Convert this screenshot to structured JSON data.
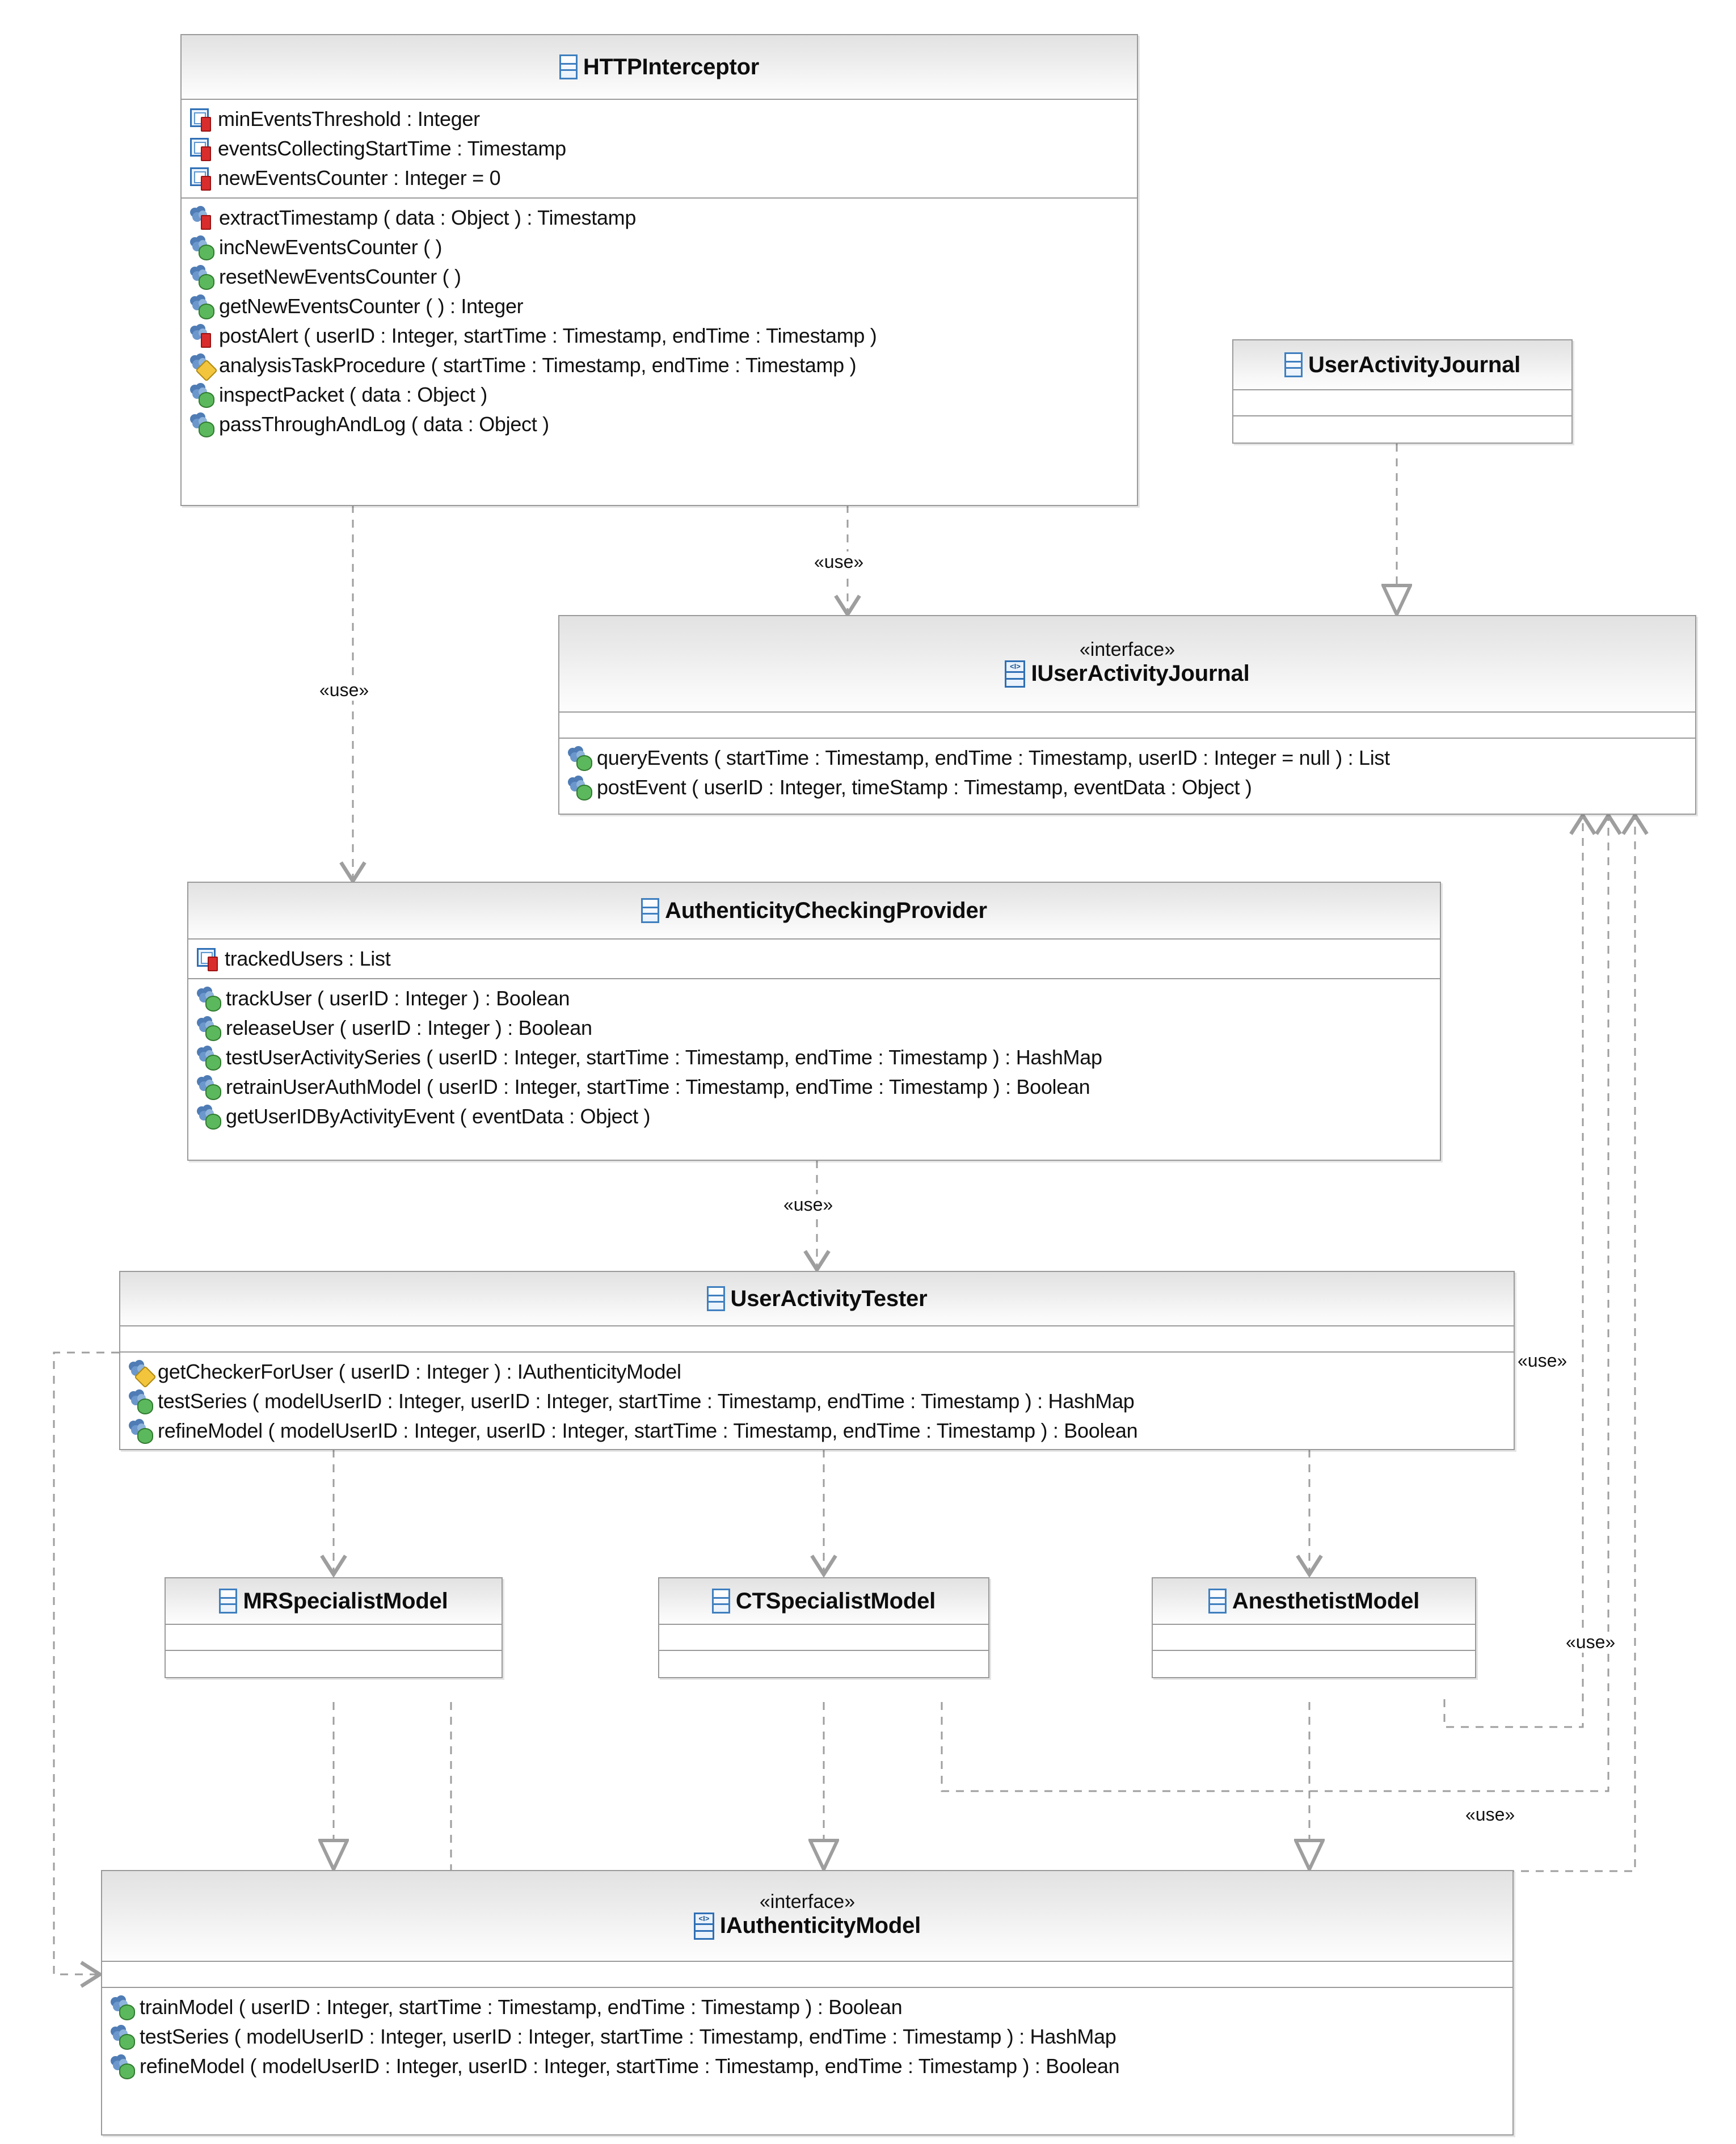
{
  "diagram": {
    "kind": "uml-class-diagram",
    "stereotype_label": "«interface»",
    "dependency_label": "«use»",
    "colors": {
      "box_border": "#9a9a9a",
      "header_fill": "#ebebeb",
      "icon_blue": "#2f6fb5",
      "visibility_private": "#d92d2d",
      "visibility_public": "#5cb85c",
      "visibility_protected": "#f2c53d",
      "wire": "#9e9e9e",
      "text": "#111111"
    }
  },
  "classes": {
    "http_interceptor": {
      "name": "HTTPInterceptor",
      "icon": "class-icon",
      "attributes": [
        {
          "text": "minEventsThreshold : Integer",
          "visibility": "private"
        },
        {
          "text": "eventsCollectingStartTime : Timestamp",
          "visibility": "private"
        },
        {
          "text": "newEventsCounter : Integer = 0",
          "visibility": "private"
        }
      ],
      "operations": [
        {
          "text": "extractTimestamp ( data : Object ) : Timestamp",
          "visibility": "private"
        },
        {
          "text": "incNewEventsCounter ( )",
          "visibility": "public"
        },
        {
          "text": "resetNewEventsCounter ( )",
          "visibility": "public"
        },
        {
          "text": "getNewEventsCounter ( ) : Integer",
          "visibility": "public"
        },
        {
          "text": "postAlert ( userID : Integer, startTime : Timestamp, endTime : Timestamp )",
          "visibility": "private"
        },
        {
          "text": "analysisTaskProcedure ( startTime : Timestamp, endTime : Timestamp )",
          "visibility": "protected"
        },
        {
          "text": "inspectPacket ( data : Object )",
          "visibility": "public"
        },
        {
          "text": "passThroughAndLog ( data : Object )",
          "visibility": "public"
        }
      ]
    },
    "user_activity_journal": {
      "name": "UserActivityJournal",
      "icon": "class-icon",
      "attributes": [],
      "operations": []
    },
    "i_user_activity_journal": {
      "name": "IUserActivityJournal",
      "stereotype": "«interface»",
      "icon": "interface-icon",
      "attributes": [],
      "operations": [
        {
          "text": "queryEvents ( startTime : Timestamp, endTime : Timestamp, userID : Integer = null ) : List",
          "visibility": "public"
        },
        {
          "text": "postEvent ( userID : Integer, timeStamp : Timestamp, eventData : Object )",
          "visibility": "public"
        }
      ]
    },
    "authenticity_checking_provider": {
      "name": "AuthenticityCheckingProvider",
      "icon": "class-icon",
      "attributes": [
        {
          "text": "trackedUsers : List",
          "visibility": "private"
        }
      ],
      "operations": [
        {
          "text": "trackUser ( userID : Integer ) : Boolean",
          "visibility": "public"
        },
        {
          "text": "releaseUser ( userID : Integer ) : Boolean",
          "visibility": "public"
        },
        {
          "text": "testUserActivitySeries ( userID : Integer, startTime : Timestamp, endTime : Timestamp ) : HashMap",
          "visibility": "public"
        },
        {
          "text": "retrainUserAuthModel ( userID : Integer, startTime : Timestamp, endTime : Timestamp ) : Boolean",
          "visibility": "public"
        },
        {
          "text": "getUserIDByActivityEvent ( eventData : Object )",
          "visibility": "public"
        }
      ]
    },
    "user_activity_tester": {
      "name": "UserActivityTester",
      "icon": "class-icon",
      "attributes": [],
      "operations": [
        {
          "text": "getCheckerForUser ( userID : Integer ) : IAuthenticityModel",
          "visibility": "protected"
        },
        {
          "text": "testSeries ( modelUserID : Integer, userID : Integer, startTime : Timestamp, endTime : Timestamp ) : HashMap",
          "visibility": "public"
        },
        {
          "text": "refineModel ( modelUserID : Integer, userID : Integer, startTime : Timestamp, endTime : Timestamp ) : Boolean",
          "visibility": "public"
        }
      ]
    },
    "mr_specialist_model": {
      "name": "MRSpecialistModel",
      "icon": "class-icon",
      "attributes": [],
      "operations": []
    },
    "ct_specialist_model": {
      "name": "CTSpecialistModel",
      "icon": "class-icon",
      "attributes": [],
      "operations": []
    },
    "anesthetist_model": {
      "name": "AnesthetistModel",
      "icon": "class-icon",
      "attributes": [],
      "operations": []
    },
    "i_authenticity_model": {
      "name": "IAuthenticityModel",
      "stereotype": "«interface»",
      "icon": "interface-icon",
      "attributes": [],
      "operations": [
        {
          "text": "trainModel ( userID : Integer, startTime : Timestamp, endTime : Timestamp ) : Boolean",
          "visibility": "public"
        },
        {
          "text": "testSeries ( modelUserID : Integer, userID : Integer, startTime : Timestamp, endTime : Timestamp ) : HashMap",
          "visibility": "public"
        },
        {
          "text": "refineModel ( modelUserID : Integer, userID : Integer, startTime : Timestamp, endTime : Timestamp ) : Boolean",
          "visibility": "public"
        }
      ]
    }
  },
  "relationships": [
    {
      "id": "r1",
      "from": "HTTPInterceptor",
      "to": "IUserActivityJournal",
      "type": "dependency",
      "label": "«use»"
    },
    {
      "id": "r2",
      "from": "HTTPInterceptor",
      "to": "AuthenticityCheckingProvider",
      "type": "dependency",
      "label": "«use»"
    },
    {
      "id": "r3",
      "from": "UserActivityJournal",
      "to": "IUserActivityJournal",
      "type": "realization",
      "label": ""
    },
    {
      "id": "r4",
      "from": "AuthenticityCheckingProvider",
      "to": "UserActivityTester",
      "type": "dependency",
      "label": "«use»"
    },
    {
      "id": "r5",
      "from": "UserActivityTester",
      "to": "MRSpecialistModel",
      "type": "dependency",
      "label": ""
    },
    {
      "id": "r6",
      "from": "UserActivityTester",
      "to": "CTSpecialistModel",
      "type": "dependency",
      "label": ""
    },
    {
      "id": "r7",
      "from": "UserActivityTester",
      "to": "AnesthetistModel",
      "type": "dependency",
      "label": ""
    },
    {
      "id": "r8",
      "from": "UserActivityTester",
      "to": "IAuthenticityModel",
      "type": "dependency",
      "label": ""
    },
    {
      "id": "r9",
      "from": "MRSpecialistModel",
      "to": "IAuthenticityModel",
      "type": "realization",
      "label": ""
    },
    {
      "id": "r10",
      "from": "CTSpecialistModel",
      "to": "IAuthenticityModel",
      "type": "realization",
      "label": ""
    },
    {
      "id": "r11",
      "from": "AnesthetistModel",
      "to": "IAuthenticityModel",
      "type": "realization",
      "label": ""
    },
    {
      "id": "r12",
      "from": "AnesthetistModel",
      "to": "IUserActivityJournal",
      "type": "dependency",
      "label": "«use»"
    },
    {
      "id": "r13",
      "from": "CTSpecialistModel",
      "to": "IUserActivityJournal",
      "type": "dependency",
      "label": "«use»"
    },
    {
      "id": "r14",
      "from": "MRSpecialistModel",
      "to": "IUserActivityJournal",
      "type": "dependency",
      "label": "«use»"
    }
  ],
  "edge_labels": {
    "use_http_to_ijournal": "«use»",
    "use_http_to_provider": "«use»",
    "use_provider_to_tester": "«use»",
    "use_right_top": "«use»",
    "use_right_mid": "«use»",
    "use_right_bottom": "«use»"
  }
}
